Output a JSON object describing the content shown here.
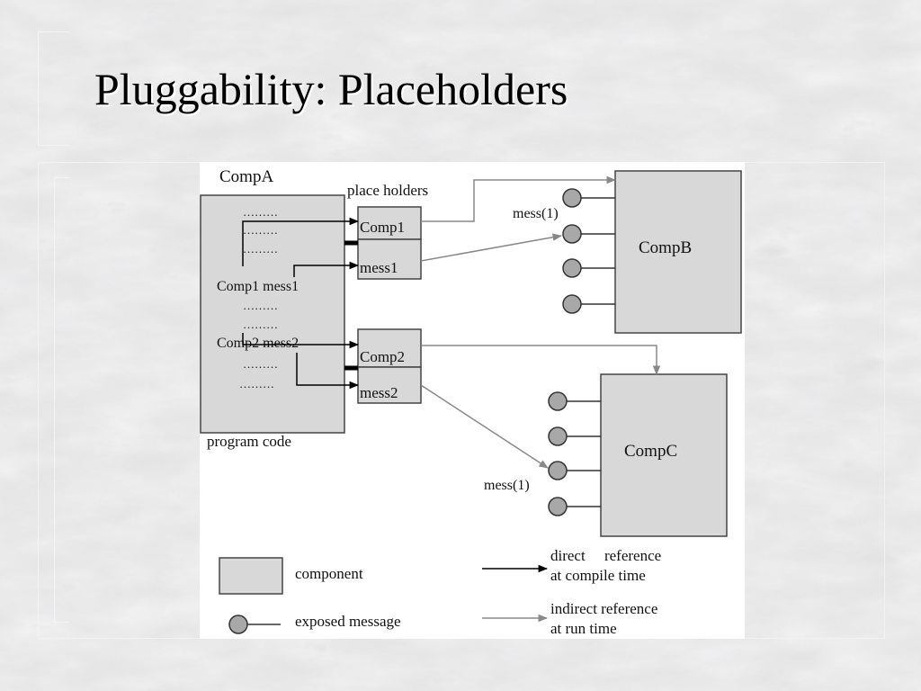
{
  "slide": {
    "title": "Pluggability: Placeholders"
  },
  "diagram": {
    "compA": {
      "label": "CompA",
      "footer": "program code",
      "code_lines": [
        "………",
        "………",
        "………",
        "Comp1 mess1",
        "………",
        "………",
        "Comp2 mess2",
        "………",
        "………"
      ]
    },
    "placeholders": {
      "label": "place holders",
      "slots": [
        "Comp1",
        "mess1",
        "Comp2",
        "mess2"
      ]
    },
    "compB": {
      "label": "CompB",
      "message_label": "mess(1)"
    },
    "compC": {
      "label": "CompC",
      "message_label": "mess(1)"
    },
    "legend": {
      "component": "component",
      "exposed_message": "exposed message",
      "direct_line1": "direct     reference",
      "direct_line2": "at compile time",
      "indirect_line1": "indirect reference",
      "indirect_line2": "at run time"
    }
  }
}
